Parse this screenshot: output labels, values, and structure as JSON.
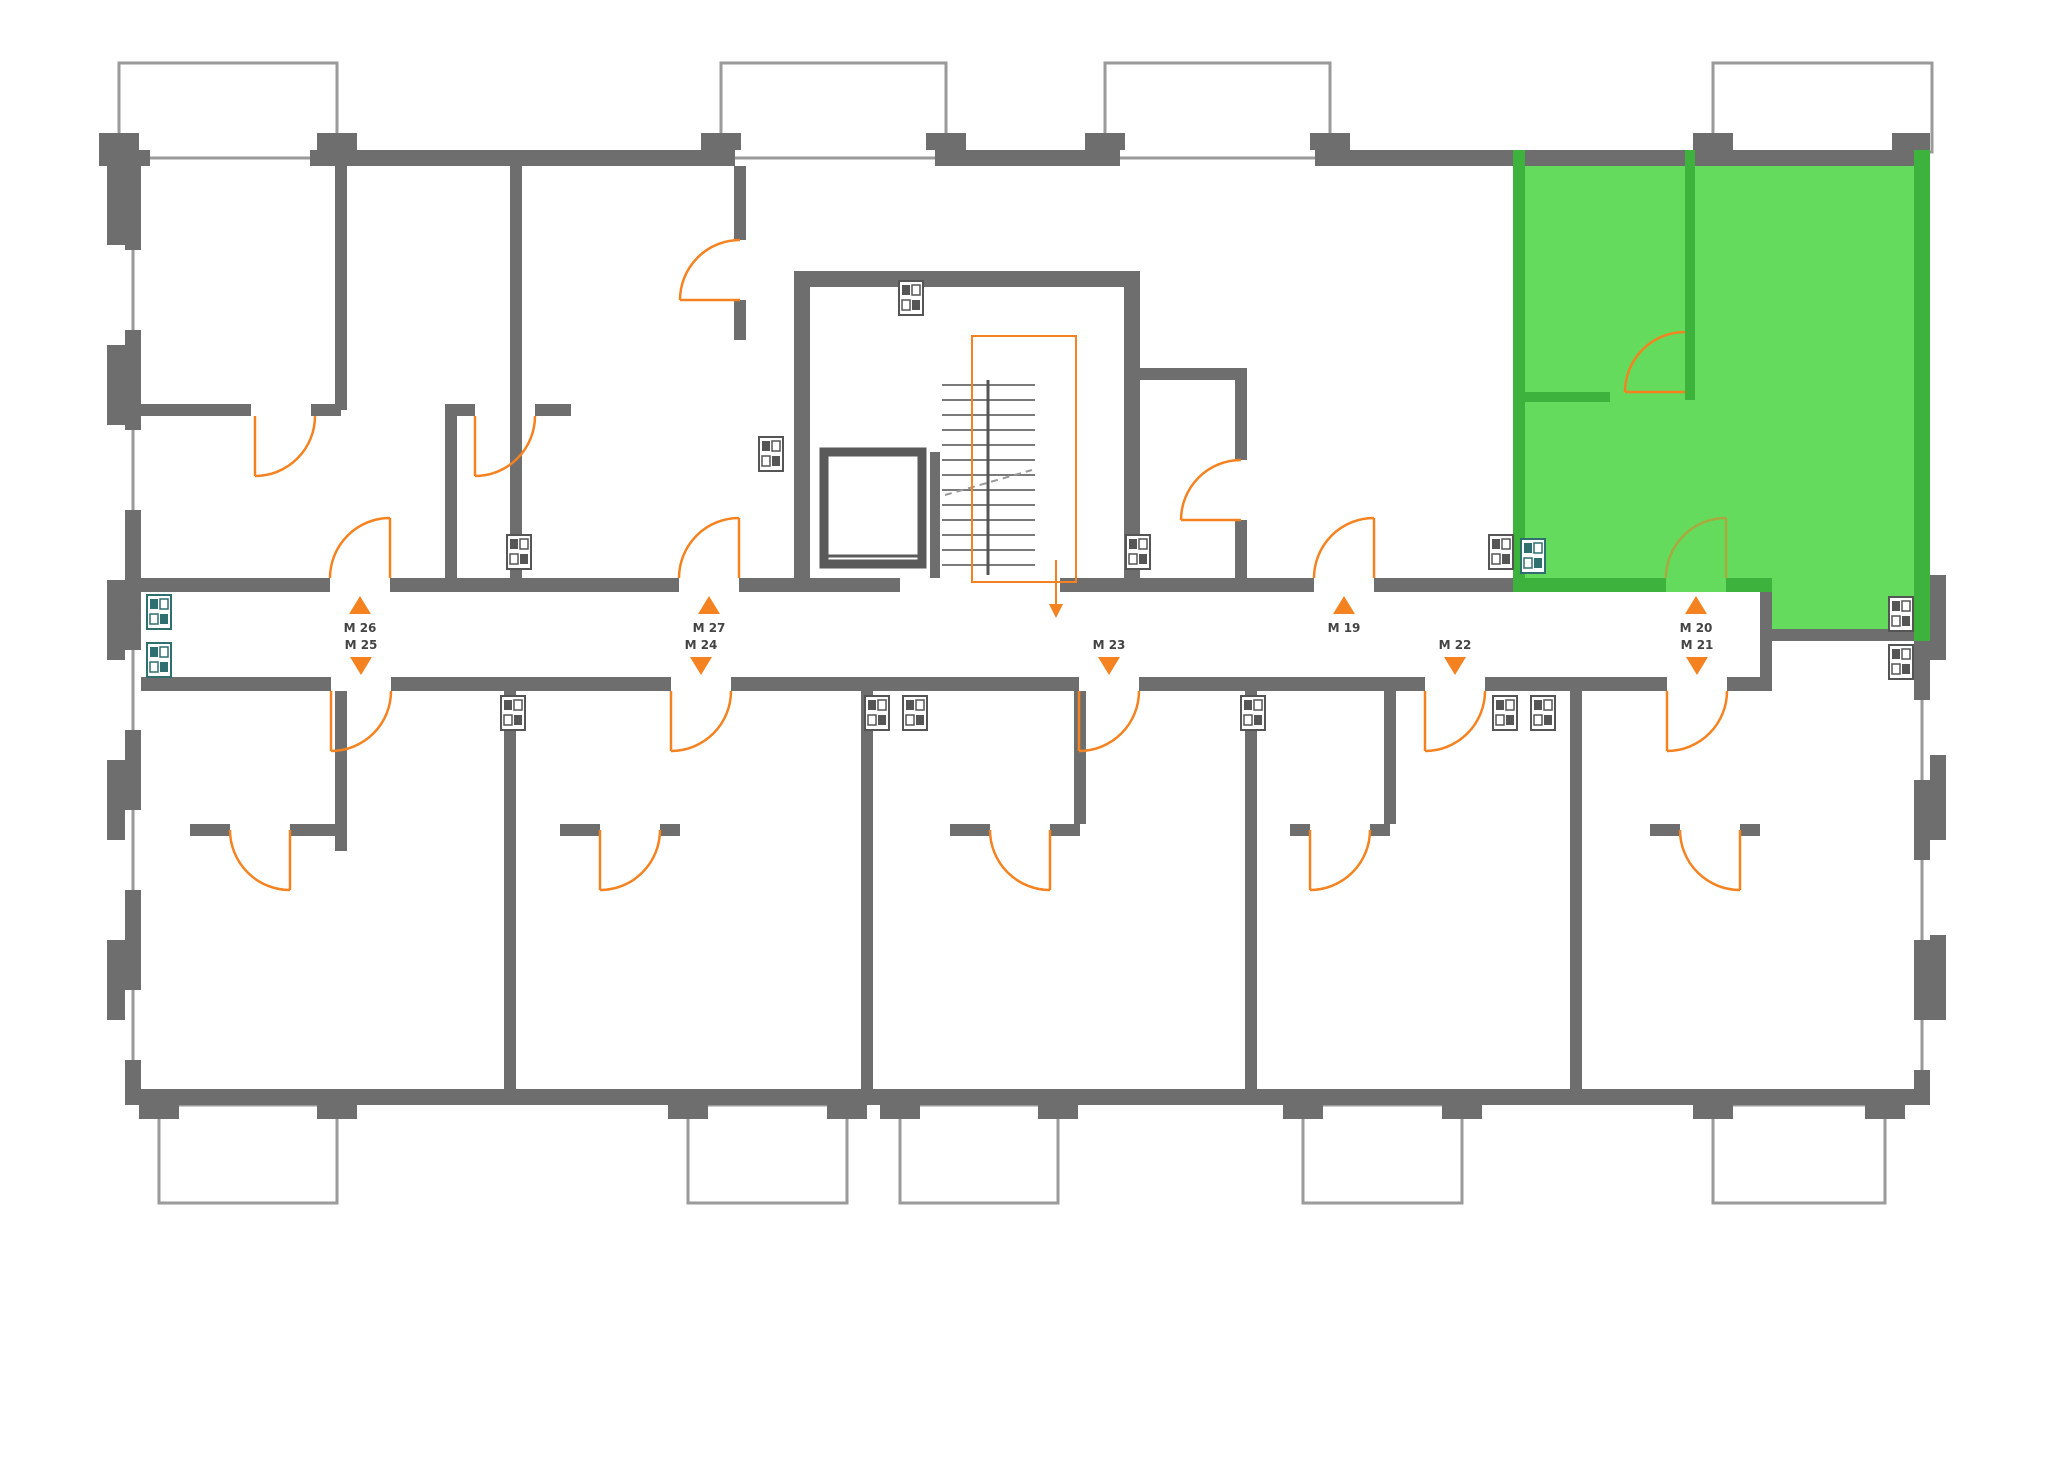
{
  "plan": {
    "type": "apartment-floor-plan",
    "highlighted_unit": "M 20",
    "colors": {
      "wall": "#6e6e6e",
      "door": "#f58220",
      "highlight": "#58d84f",
      "highlight_wall": "#3db23d",
      "balcony": "#9a9a9a",
      "panel_teal": "#2f6f6f",
      "panel_gray": "#555555",
      "label": "#444444"
    }
  },
  "units": [
    {
      "id": "M 26",
      "row": "top",
      "marker": "up"
    },
    {
      "id": "M 27",
      "row": "top",
      "marker": "up"
    },
    {
      "id": "M 19",
      "row": "top",
      "marker": "up"
    },
    {
      "id": "M 20",
      "row": "top",
      "marker": "up",
      "highlighted": true
    },
    {
      "id": "M 25",
      "row": "bottom",
      "marker": "down"
    },
    {
      "id": "M 24",
      "row": "bottom",
      "marker": "down"
    },
    {
      "id": "M 23",
      "row": "bottom",
      "marker": "down"
    },
    {
      "id": "M 22",
      "row": "bottom",
      "marker": "down"
    },
    {
      "id": "M 21",
      "row": "bottom",
      "marker": "down"
    }
  ]
}
